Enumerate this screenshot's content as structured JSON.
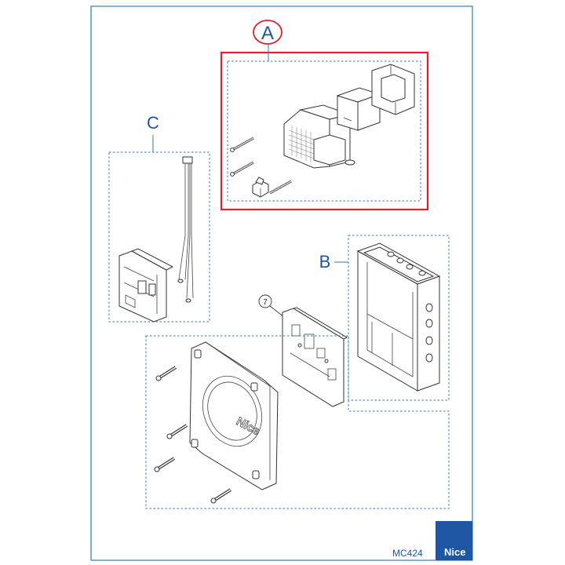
{
  "labels": {
    "a": "A",
    "b": "B",
    "c": "C",
    "part_number": "7"
  },
  "footer": {
    "model": "MC424",
    "brand": "Nice"
  },
  "cover_logo": "Nice",
  "colors": {
    "frame": "#2f7ab8",
    "label": "#1f56a3",
    "highlight": "#e0202d",
    "brand_bg": "#1f56a3"
  }
}
